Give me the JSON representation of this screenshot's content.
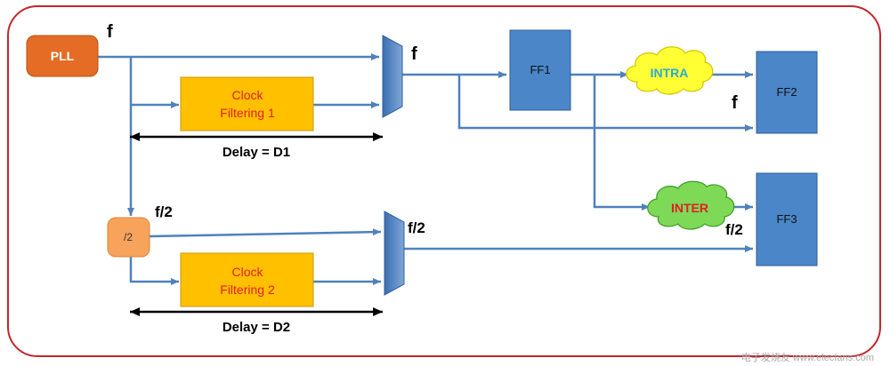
{
  "blocks": {
    "pll": "PLL",
    "div2": "/2",
    "clock_filter_1": [
      "Clock",
      "Filtering 1"
    ],
    "clock_filter_2": [
      "Clock",
      "Filtering 2"
    ],
    "ff1": "FF1",
    "ff2": "FF2",
    "ff3": "FF3",
    "intra": "INTRA",
    "inter": "INTER"
  },
  "labels": {
    "f_pll": "f",
    "f_mux1": "f",
    "f_ff2": "f",
    "f2_div": "f/2",
    "f2_mux2": "f/2",
    "f2_ff3": "f/2",
    "delay1": "Delay = D1",
    "delay2": "Delay = D2"
  },
  "watermark": "电子发烧友 www.elecfans.com",
  "colors": {
    "frame": "#c0282d",
    "wire": "#4f81bd",
    "pll": "#e46c25",
    "divider": "#f7a35c",
    "filter": "#ffc000",
    "ff": "#4a86c8",
    "intra_cloud": "#ffff33",
    "inter_cloud": "#7ed957",
    "intra_text": "#2aa7d6",
    "inter_text": "#e02020",
    "filter_text": "#e02020"
  }
}
